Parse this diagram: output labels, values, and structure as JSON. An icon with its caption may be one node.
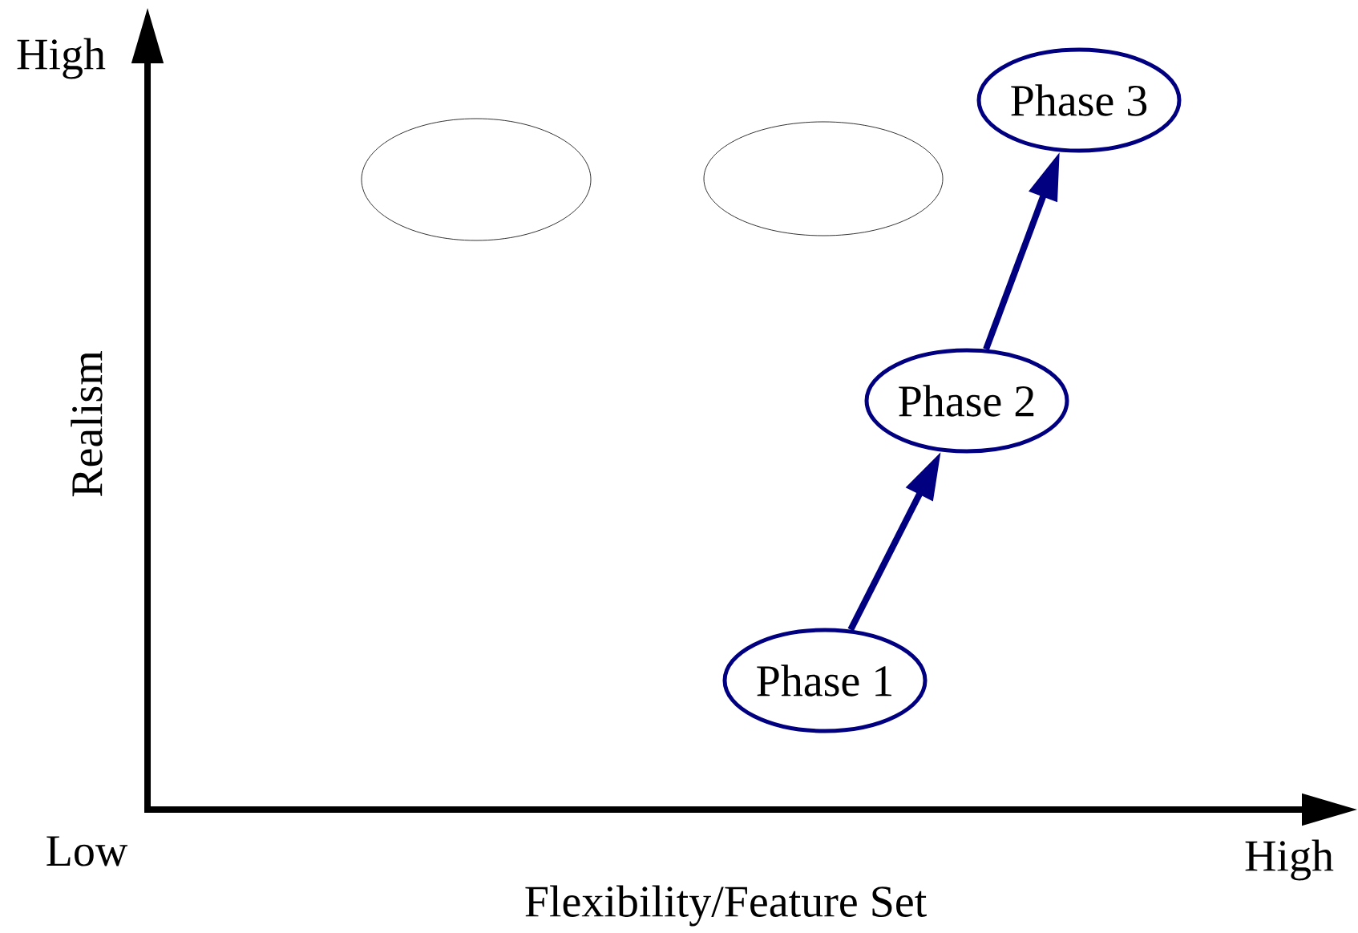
{
  "diagram": {
    "nodes": [
      {
        "text": [],
        "shape": "ellipse"
      },
      {
        "text": [],
        "shape": "ellipse"
      },
      {
        "text": [
          "Phase 3"
        ]
      },
      {
        "text": [
          "Phase 2"
        ]
      },
      {
        "text": [
          "Phase 1"
        ]
      }
    ],
    "edges": [
      {
        "from": 4,
        "to": 3,
        "arrow": "to"
      },
      {
        "from": 3,
        "to": 2,
        "arrow": "to"
      }
    ],
    "labels": [
      "High",
      "Realism",
      "Low",
      "High",
      "Flexibility/Feature Set"
    ]
  }
}
